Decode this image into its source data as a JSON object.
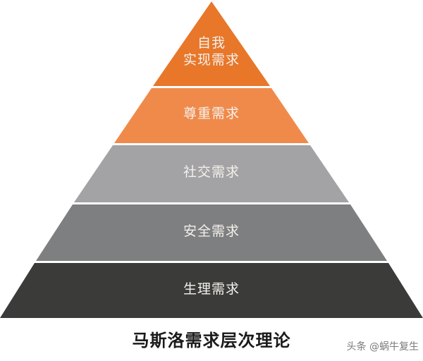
{
  "diagram": {
    "type": "pyramid",
    "title": "马斯洛需求层次理论",
    "tiers": [
      {
        "line1": "自我",
        "line2": "实现需求",
        "color": "#e8772a"
      },
      {
        "label": "尊重需求",
        "color": "#f08a4b"
      },
      {
        "label": "社交需求",
        "color": "#a3a3a5"
      },
      {
        "label": "安全需求",
        "color": "#7e7f81"
      },
      {
        "label": "生理需求",
        "color": "#3b3b39"
      }
    ]
  },
  "watermark": "头条 @蜗牛复生"
}
